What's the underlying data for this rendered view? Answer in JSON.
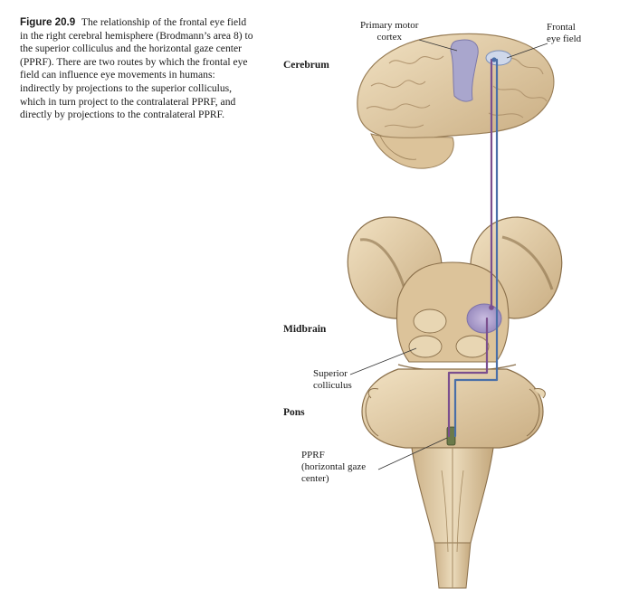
{
  "caption": {
    "label": "Figure 20.9",
    "text": "The relationship of the frontal eye field in the right cerebral hemisphere (Brodmann’s area 8) to the superior colliculus and the horizontal gaze center (PPRF). There are two routes by which the frontal eye field can influence eye movements in humans: indirectly by projections to the superior colliculus, which in turn project to the contralateral PPRF, and directly by projections to the contralateral PPRF."
  },
  "labels": {
    "primary_motor_line1": "Primary motor",
    "primary_motor_line2": "cortex",
    "frontal_line1": "Frontal",
    "frontal_line2": "eye field",
    "cerebrum": "Cerebrum",
    "midbrain": "Midbrain",
    "superior_line1": "Superior",
    "superior_line2": "colliculus",
    "pons": "Pons",
    "pprf_line1": "PPRF",
    "pprf_line2": "(horizontal gaze",
    "pprf_line3": "center)"
  },
  "colors": {
    "tissue": "#e2cba4",
    "tissue_shadow": "#b79d73",
    "motor_cortex": "#a9a6cd",
    "pathway_purple": "#7b4f8e",
    "pathway_blue": "#4a6fa8",
    "pprf_green": "#6b7a4a"
  }
}
